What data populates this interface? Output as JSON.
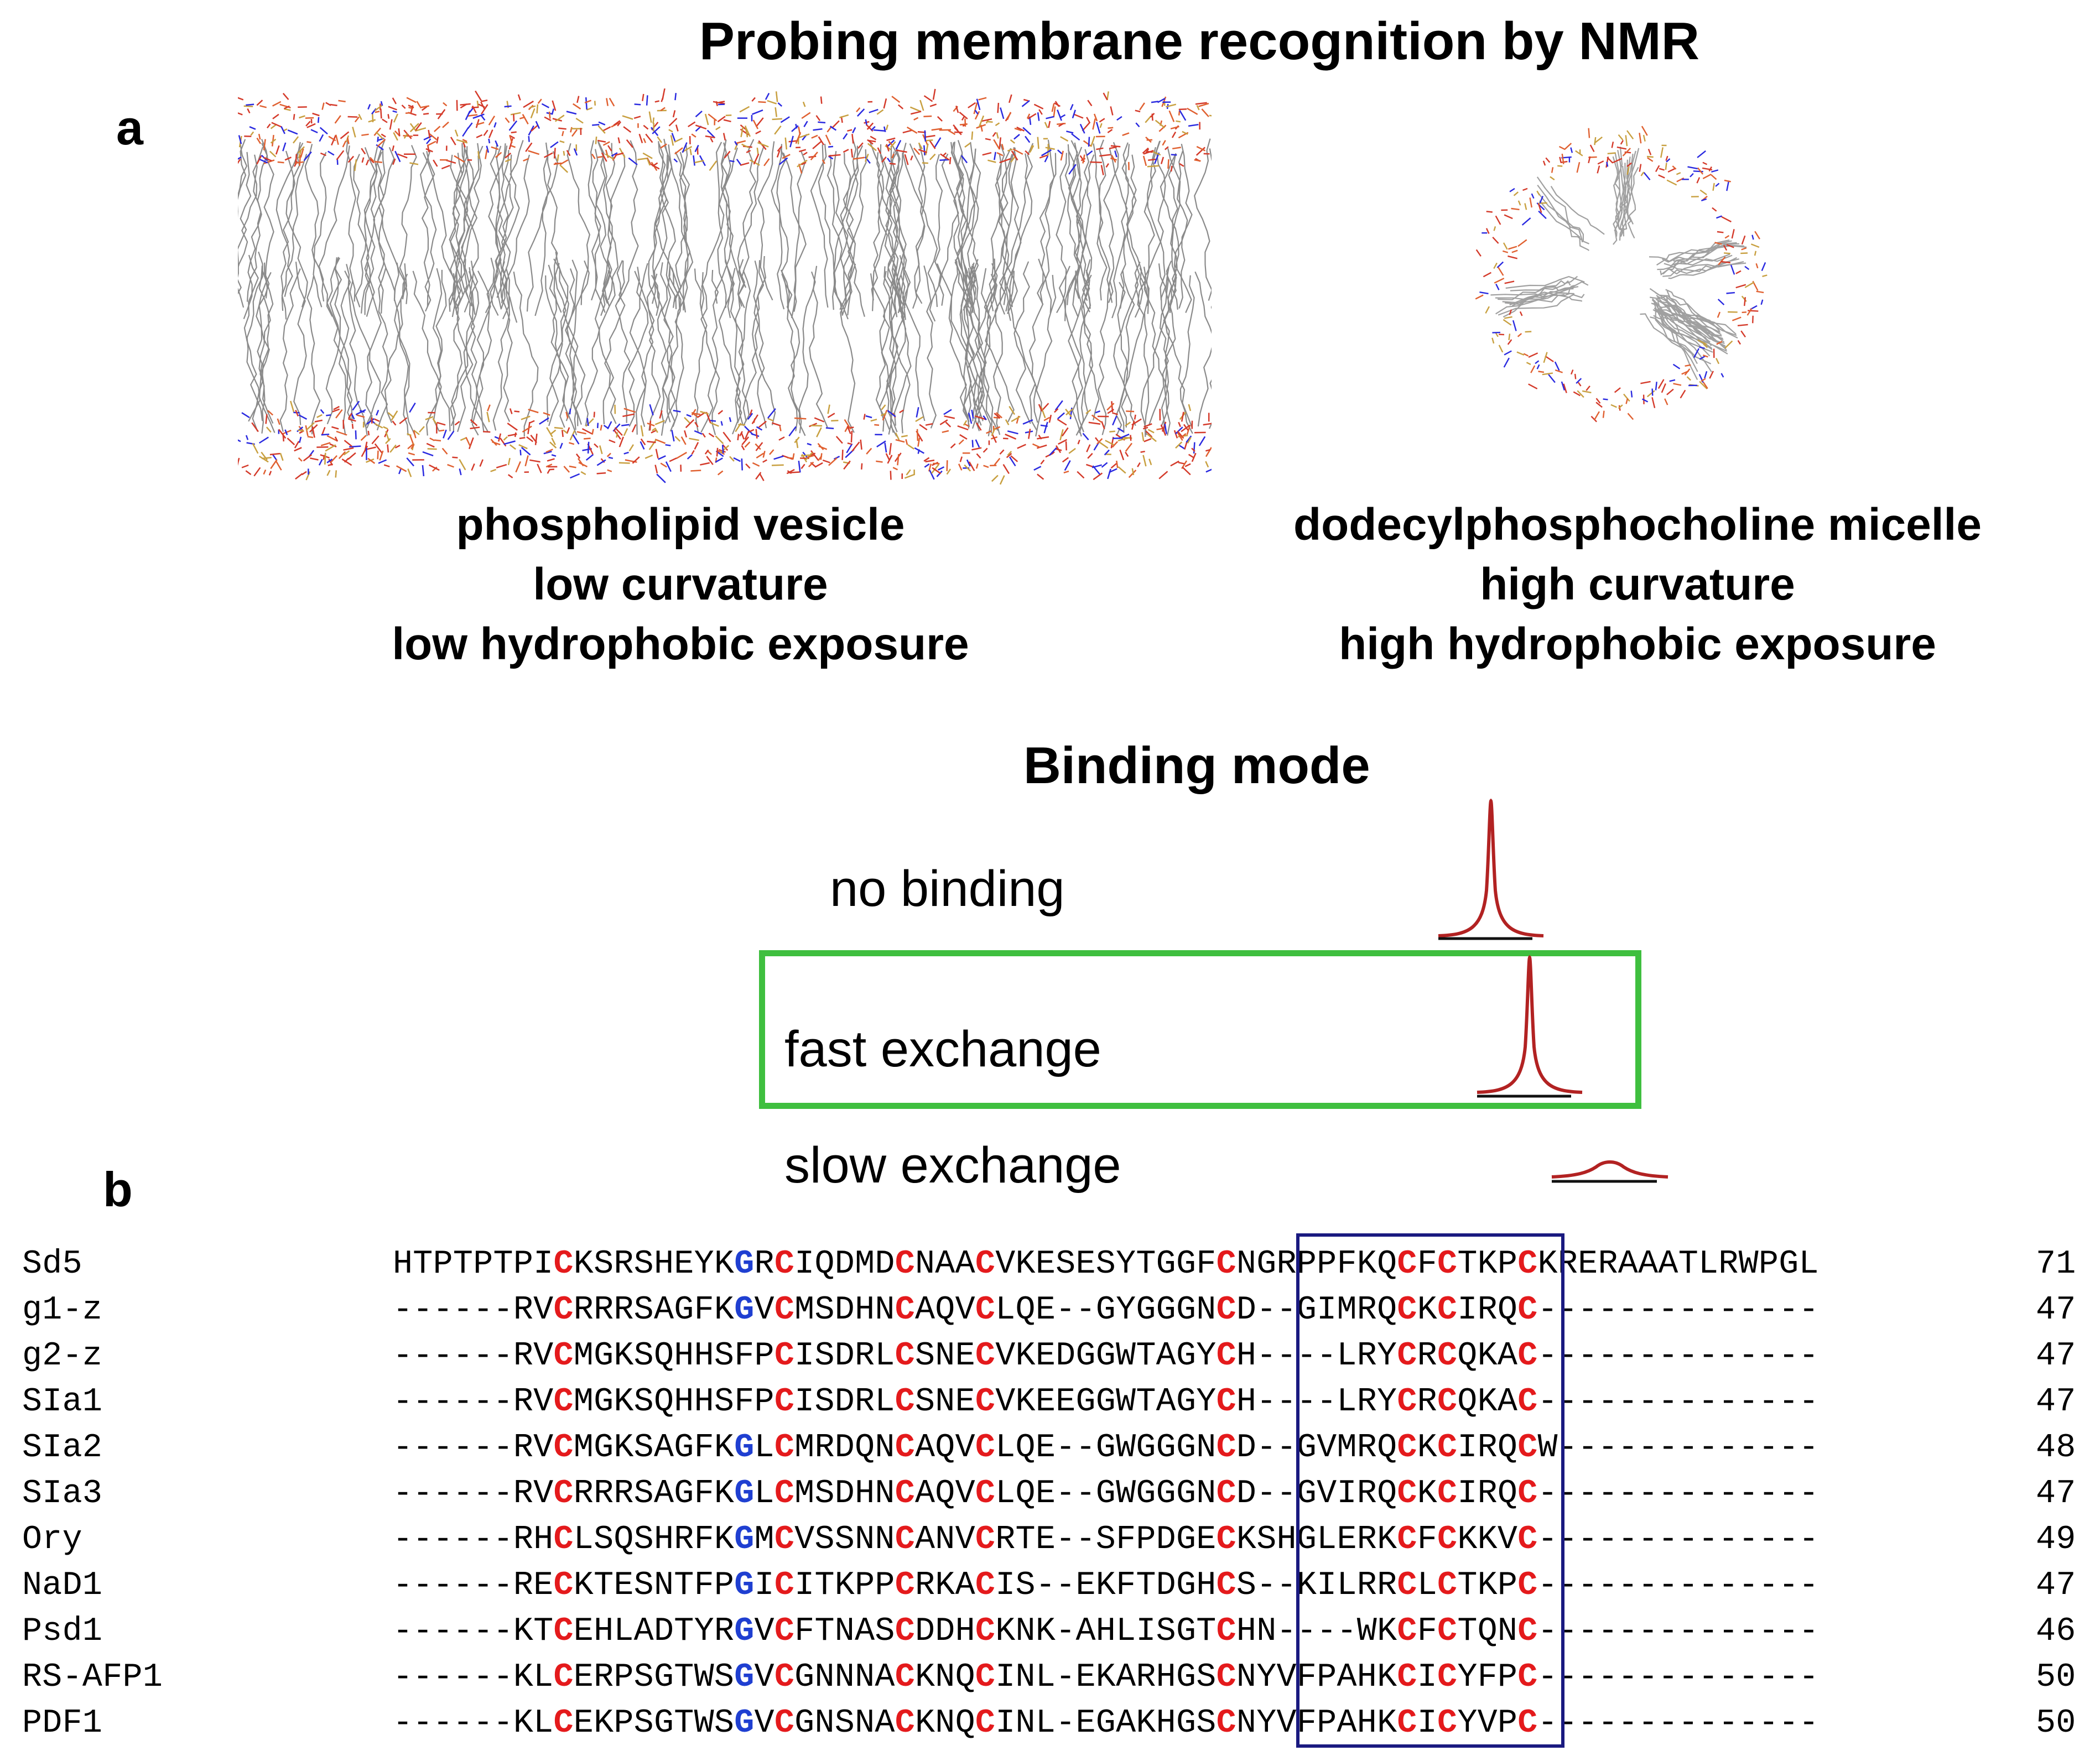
{
  "title": "Probing membrane recognition by NMR",
  "panel_a": "a",
  "panel_b": "b",
  "vesicle": {
    "caption": [
      "phospholipid vesicle",
      "low curvature",
      "low hydrophobic exposure"
    ]
  },
  "micelle": {
    "caption": [
      "dodecylphosphocholine micelle",
      "high curvature",
      "high hydrophobic exposure"
    ]
  },
  "binding": {
    "title": "Binding mode",
    "modes": [
      {
        "label": "no binding",
        "peak": "sharp"
      },
      {
        "label": "fast exchange",
        "peak": "sharp",
        "highlighted": true
      },
      {
        "label": "slow exchange",
        "peak": "broad"
      }
    ],
    "highlight_color": "#3fbf3f",
    "peak_color": "#b22222"
  },
  "alignment": {
    "colors": {
      "cysteine": "#e41a1c",
      "glycine": "#1f3fd1",
      "box": "#1a1a80"
    },
    "rows": [
      {
        "name": "Sd5",
        "seq": "HTPTPTPICKSRSHEYKGRCIQDMDCNAACVKESESYTGGFCNGRPPFKQCFCTKPCKRERAAATLRWPGL",
        "len": "71"
      },
      {
        "name": "g1-z",
        "seq": "------RVCRRRSAGFKGVCMSDHNCAQVCLQE--GYGGGNCD--GIMRQCKCIRQC--------------",
        "len": "47"
      },
      {
        "name": "g2-z",
        "seq": "------RVCMGKSQHHSFPCISDRLCSNECVKEDGGWTAGYCH----LRYCRCQKAC--------------",
        "len": "47"
      },
      {
        "name": "SIa1",
        "seq": "------RVCMGKSQHHSFPCISDRLCSNECVKEEGGWTAGYCH----LRYCRCQKAC--------------",
        "len": "47"
      },
      {
        "name": "SIa2",
        "seq": "------RVCMGKSAGFKGLCMRDQNCAQVCLQE--GWGGGNCD--GVMRQCKCIRQCW-------------",
        "len": "48"
      },
      {
        "name": "SIa3",
        "seq": "------RVCRRRSAGFKGLCMSDHNCAQVCLQE--GWGGGNCD--GVIRQCKCIRQC--------------",
        "len": "47"
      },
      {
        "name": "Ory",
        "seq": "------RHCLSQSHRFKGMCVSSNNCANVCRTE--SFPDGECKSHGLERKCFCKKVC--------------",
        "len": "49"
      },
      {
        "name": "NaD1",
        "seq": "------RECKTESNTFPGICITKPPCRKACIS--EKFTDGHCS--KILRRCLCTKPC--------------",
        "len": "47"
      },
      {
        "name": "Psd1",
        "seq": "------KTCEHLADTYRGVCFTNASCDDHCKNK-AHLISGTCHN----WKCFCTQNC--------------",
        "len": "46"
      },
      {
        "name": "RS-AFP1",
        "seq": "------KLCERPSGTWSGVCGNNNACKNQCINL-EKARHGSCNYVFPAHKCICYFPC--------------",
        "len": "50"
      },
      {
        "name": "PDF1",
        "seq": "------KLCEKPSGTWSGVCGNSNACKNQCINL-EGAKHGSCNYVFPAHKCICYVPC--------------",
        "len": "50"
      }
    ]
  }
}
